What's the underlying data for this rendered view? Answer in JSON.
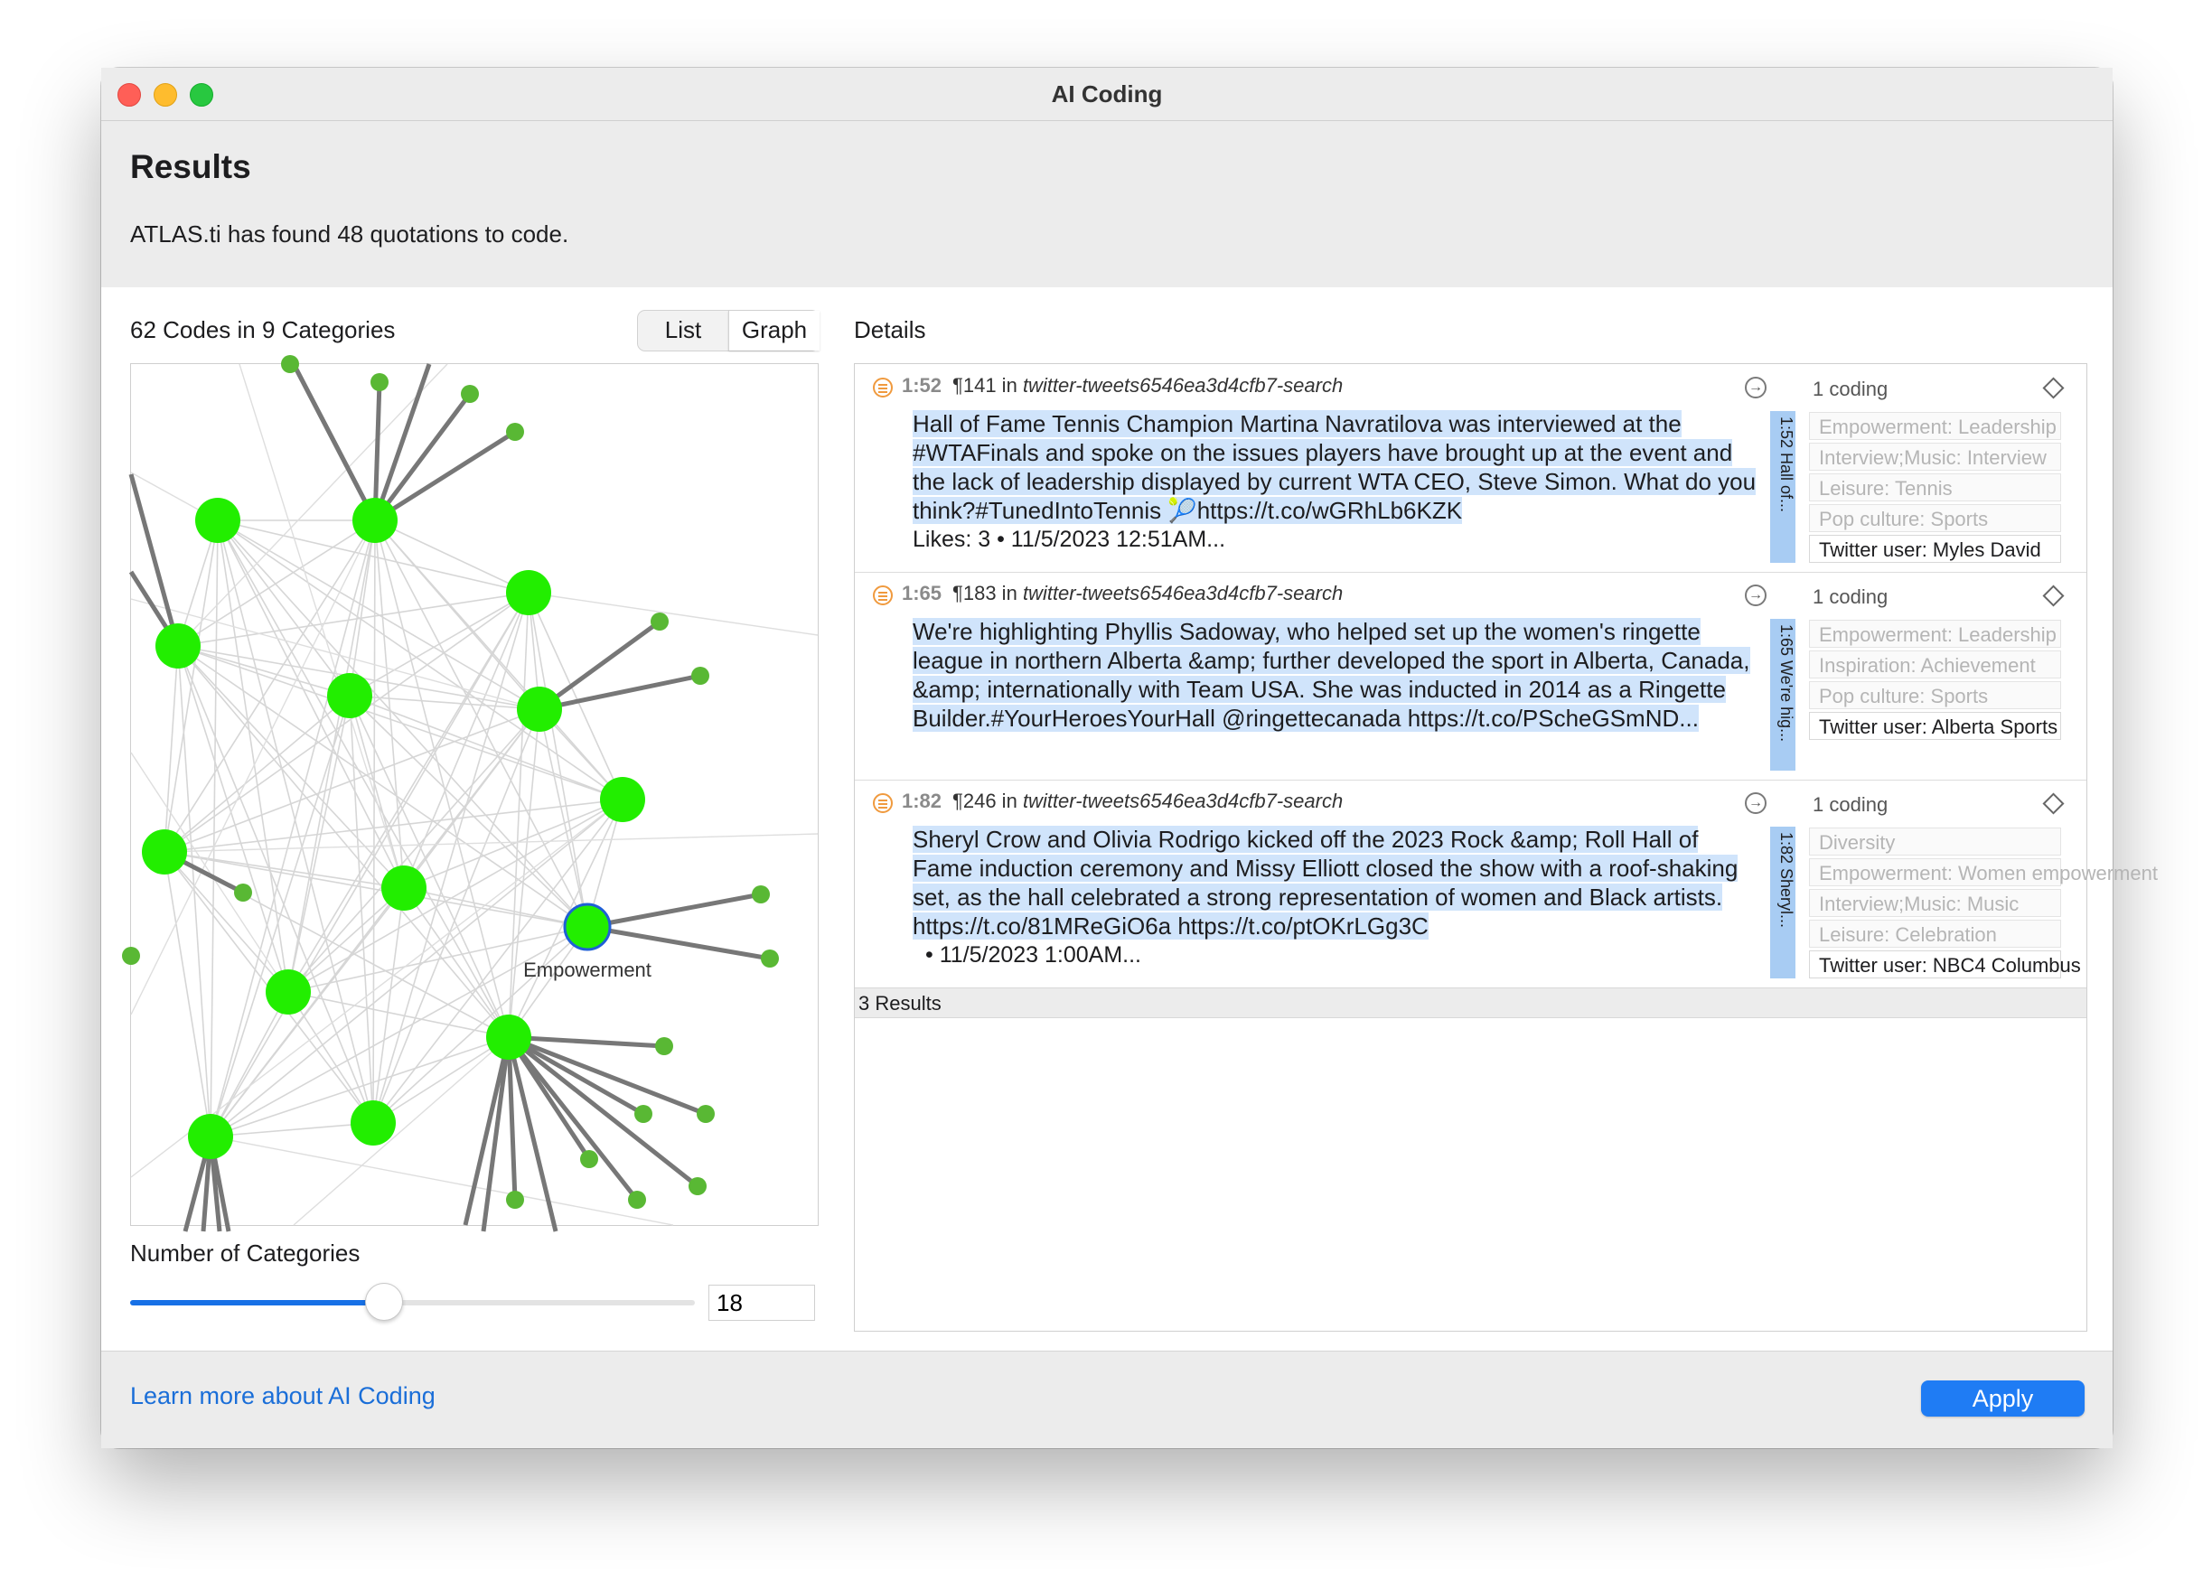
{
  "window": {
    "title": "AI Coding"
  },
  "header": {
    "title": "Results",
    "found_text": "ATLAS.ti has found 48 quotations to code."
  },
  "codes_panel": {
    "label": "62 Codes in 9 Categories",
    "view_toggle": {
      "list_label": "List",
      "graph_label": "Graph",
      "selected": "Graph"
    },
    "graph": {
      "highlighted_node_label": "Empowerment"
    },
    "categories_label": "Number of Categories",
    "slider_fraction": 0.45,
    "categories_value": "18"
  },
  "details": {
    "label": "Details",
    "results": [
      {
        "id": "1:52",
        "meta": "¶141 in",
        "doc": "twitter-tweets6546ea3d4cfb7-search",
        "text": "Hall of Fame Tennis Champion Martina Navratilova was interviewed at the #WTAFinals and spoke on the issues players have brought up at the event and the lack of leadership displayed by current WTA CEO, Steve Simon. What do you think?#TunedIntoTennis 🎾https://t.co/wGRhLb6KZK",
        "footer": "Likes: 3 • 11/5/2023 12:51AM...",
        "sidebar": "1:52 Hall of...",
        "coding_count": "1 coding",
        "codes": [
          "Empowerment: Leadership",
          "Interview;Music: Interview",
          "Leisure: Tennis",
          "Pop culture: Sports",
          "Twitter user: Myles David"
        ],
        "active_code": "Twitter user: Myles David"
      },
      {
        "id": "1:65",
        "meta": "¶183 in",
        "doc": "twitter-tweets6546ea3d4cfb7-search",
        "text": "We're highlighting Phyllis Sadoway, who helped set up the women's ringette league in northern Alberta &amp; further developed the sport in Alberta, Canada, &amp; internationally with Team USA. She was inducted in 2014 as a Ringette Builder.#YourHeroesYourHall @ringettecanada https://t.co/PScheGSmND...",
        "footer": "",
        "sidebar": "1:65 We're hig...",
        "coding_count": "1 coding",
        "codes": [
          "Empowerment: Leadership",
          "Inspiration: Achievement",
          "Pop culture: Sports",
          "Twitter user: Alberta Sports"
        ],
        "active_code": "Twitter user: Alberta Sports"
      },
      {
        "id": "1:82",
        "meta": "¶246 in",
        "doc": "twitter-tweets6546ea3d4cfb7-search",
        "text": "Sheryl Crow and Olivia Rodrigo kicked off the 2023 Rock &amp; Roll Hall of Fame induction ceremony and Missy Elliott closed the show with a roof-shaking set, as the hall celebrated a strong representation of women and Black artists. https://t.co/81MReGiO6a https://t.co/ptOKrLGg3C",
        "footer": "• 11/5/2023 1:00AM...",
        "sidebar": "1:82 Sheryl...",
        "coding_count": "1 coding",
        "codes": [
          "Diversity",
          "Empowerment: Women empowerment",
          "Interview;Music: Music",
          "Leisure: Celebration",
          "Twitter user: NBC4 Columbus"
        ],
        "active_code": "Twitter user: NBC4 Columbus"
      }
    ],
    "results_count": "3 Results"
  },
  "footer": {
    "learn_more": "Learn more about AI Coding",
    "apply_label": "Apply"
  },
  "colors": {
    "node_green": "#22ee00",
    "leaf_green": "#59b834",
    "highlight_node_border": "#1f5fd6",
    "accent_blue": "#1f7cf4",
    "selection_blue": "#d0e4fb"
  }
}
